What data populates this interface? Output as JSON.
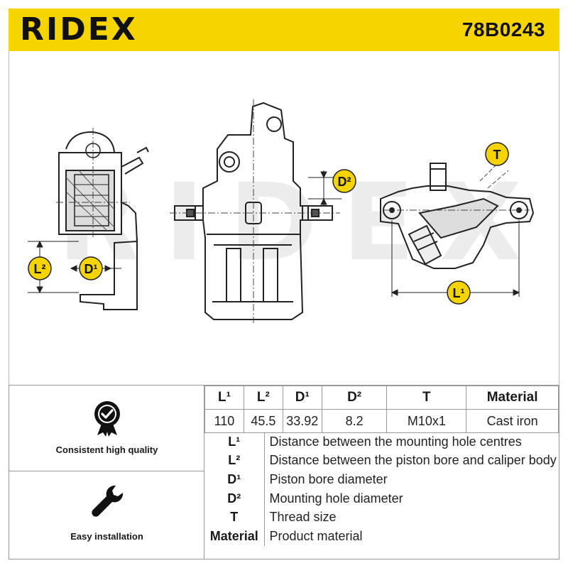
{
  "header": {
    "brand": "RIDEX",
    "part_number": "78B0243"
  },
  "drawing": {
    "watermark": "RIDEX",
    "labels": {
      "l2": "L²",
      "d1": "D¹",
      "d2": "D²",
      "t": "T",
      "l1": "L¹"
    }
  },
  "features": [
    {
      "label": "Consistent high quality",
      "icon": "quality-seal-check-icon"
    },
    {
      "label": "Easy installation",
      "icon": "wrench-icon"
    }
  ],
  "spec_table": {
    "headers": [
      "L¹",
      "L²",
      "D¹",
      "D²",
      "T",
      "Material"
    ],
    "values": [
      "110",
      "45.5",
      "33.92",
      "8.2",
      "M10x1",
      "Cast iron"
    ]
  },
  "legend": [
    {
      "key": "L¹",
      "desc": "Distance between the mounting hole centres"
    },
    {
      "key": "L²",
      "desc": "Distance between the piston bore and caliper body"
    },
    {
      "key": "D¹",
      "desc": "Piston bore diameter"
    },
    {
      "key": "D²",
      "desc": "Mounting hole diameter"
    },
    {
      "key": "T",
      "desc": "Thread size"
    },
    {
      "key": "Material",
      "desc": "Product material"
    }
  ],
  "colors": {
    "accent": "#f5d400",
    "text": "#1a1a1a",
    "border": "#999999"
  }
}
